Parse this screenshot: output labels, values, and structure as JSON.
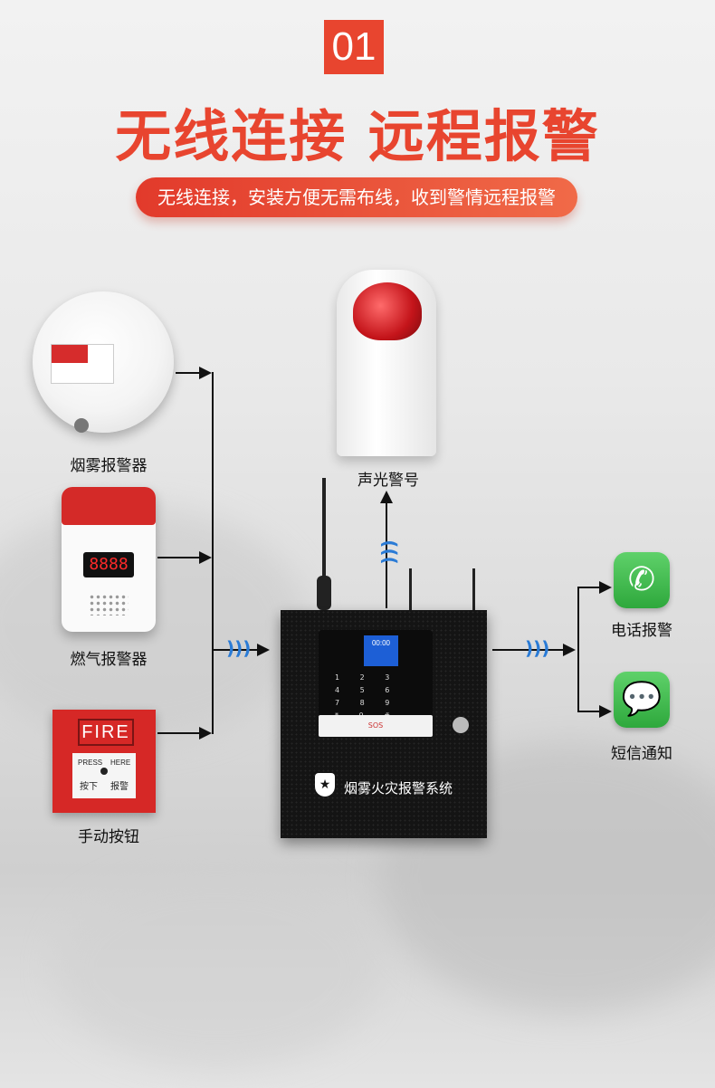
{
  "header": {
    "number": "01",
    "title": "无线连接 远程报警",
    "subtitle": "无线连接，安装方便无需布线，收到警情远程报警"
  },
  "devices": {
    "smoke_label": "烟雾报警器",
    "gas_label": "燃气报警器",
    "gas_display": "8888",
    "button_label": "手动按钮",
    "fire_text": "FIRE",
    "fire_press": "PRESS",
    "fire_here": "HERE",
    "fire_press_cn": "按下",
    "fire_here_cn": "报警",
    "siren_label": "声光警号",
    "phone_label": "电话报警",
    "sms_label": "短信通知"
  },
  "panel": {
    "title": "烟雾火灾报警系统",
    "clock": "00:00",
    "keypad": "1 2 3 4 5 6 7 8 9 * 0 #",
    "sos": "SOS"
  },
  "colors": {
    "accent": "#e8452f",
    "wifi": "#2a7bd6",
    "app_green": "#3cb94a"
  },
  "icons": [
    "wifi-icon",
    "phone-icon",
    "sms-icon",
    "shield-icon"
  ]
}
